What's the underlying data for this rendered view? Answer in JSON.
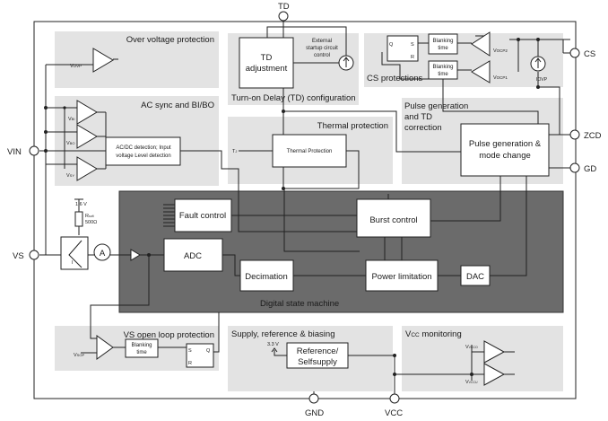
{
  "pins": {
    "td": "TD",
    "cs": "CS",
    "zcd": "ZCD",
    "gd": "GD",
    "vin": "VIN",
    "vs": "VS",
    "gnd": "GND",
    "vcc": "VCC"
  },
  "regions": {
    "ovp": "Over voltage protection",
    "ac_sync": "AC sync and BI/BO",
    "turn_on_delay": "Turn-on Delay (TD) configuration",
    "cs_protections": "CS protections",
    "pulse_gen_td": [
      "Pulse generation",
      "and TD",
      "correction"
    ],
    "thermal": "Thermal protection",
    "dsm": "Digital state machine",
    "vs_open_loop": "VS open loop protection",
    "supply": "Supply, reference & biasing",
    "vcc_monitor_prefix": "V",
    "vcc_monitor_sub": "CC",
    "vcc_monitor_suffix": " monitoring"
  },
  "blocks": {
    "td_adjustment": [
      "TD",
      "adjustment"
    ],
    "external_startup": [
      "External",
      "startup circuit",
      "control"
    ],
    "blanking_cs1": [
      "Blanking",
      "time"
    ],
    "blanking_cs2": [
      "Blanking",
      "time"
    ],
    "pulse_gen": [
      "Pulse generation &",
      "mode change"
    ],
    "ac_dc_detect": [
      "AC/DC detection; Input",
      "voltage Level detection"
    ],
    "thermal_block": "Thermal Protection",
    "fault_control": "Fault control",
    "burst_control": "Burst control",
    "adc": "ADC",
    "decimation": "Decimation",
    "power_limitation": "Power limitation",
    "dac": "DAC",
    "blanking_vs": [
      "Blanking",
      "time"
    ],
    "reference": [
      "Reference/",
      "Selfsupply"
    ],
    "ammeter": "A"
  },
  "signals": {
    "vovp": "V",
    "vovp_sub": "OVP",
    "vbi": "V",
    "vbi_sub": "BI",
    "vbo": "V",
    "vbo_sub": "BO",
    "vsy": "V",
    "vsy_sub": "SY",
    "tj": "T",
    "tj_sub": "J",
    "vocp2": "V",
    "vocp2_sub": "OCP2",
    "vocp1": "V",
    "vocp1_sub": "OCP1",
    "iovp": "I",
    "iovp_sub": "OVP",
    "vsop": "V",
    "vsop_sub": "SOP",
    "vvcco": "V",
    "vvcco_sub": "VCCO",
    "vvccu": "V",
    "vvccu_sub": "VCCU",
    "v33": "3.3 V",
    "v16": "1.6 V",
    "rsoft": "R",
    "rsoft_sub": "soft",
    "r500": "500Ω",
    "current_i": "I",
    "ff_s": "S",
    "ff_r": "R",
    "ff_q": "Q",
    "cs_ff_q": "Q",
    "cs_ff_s": "S",
    "cs_ff_r": "R"
  },
  "colors": {
    "region_fill": "#e3e3e3",
    "dsm_fill": "#6b6b6b",
    "line": "#222222"
  }
}
